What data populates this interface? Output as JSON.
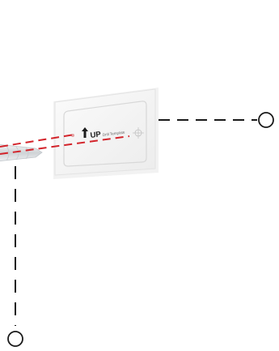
{
  "template_card": {
    "up_label": "UP",
    "caption": "Drill Template"
  },
  "icons": {
    "arrow": "up-arrow-icon",
    "target": "crosshair-target-icon",
    "callout_right": "callout-circle-right",
    "callout_bottom": "callout-circle-bottom",
    "drill_bit": "drill-bit-tip"
  },
  "colors": {
    "laser": "#d3242b",
    "leader": "#1a1a1a",
    "card_bg": "#f4f4f4",
    "card_border": "#e1e1e1"
  }
}
